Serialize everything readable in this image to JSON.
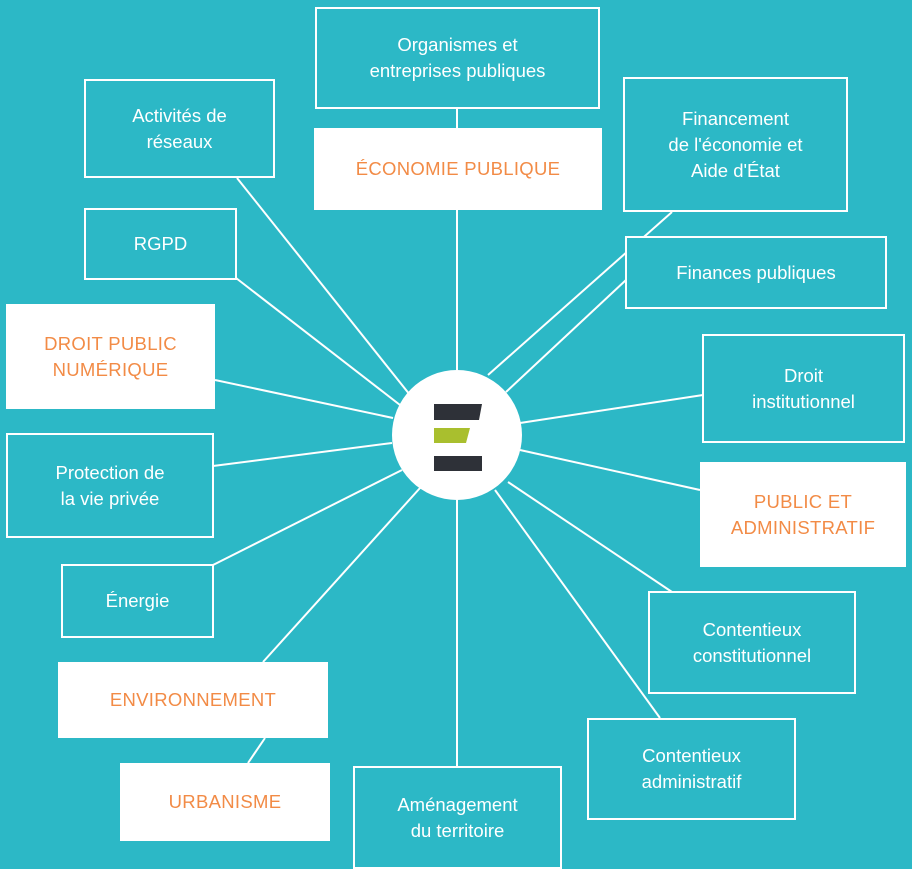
{
  "colors": {
    "background": "#2cb8c6",
    "box_border": "#ffffff",
    "highlight_text": "#f28b46",
    "logo_dark": "#2e3138",
    "logo_accent": "#a9bf2e"
  },
  "logo": {
    "icon": "e-letter-logo-icon"
  },
  "nodes": {
    "organismes": "Organismes et\nentreprises publiques",
    "economie_publique": "ÉCONOMIE PUBLIQUE",
    "activites_reseaux": "Activités de\nréseaux",
    "financement": "Financement\nde l'économie et\nAide d'État",
    "rgpd": "RGPD",
    "finances_publiques": "Finances publiques",
    "droit_public_numerique": "DROIT PUBLIC\nNUMÉRIQUE",
    "droit_institutionnel": "Droit\ninstitutionnel",
    "protection_vie_privee": "Protection de\nla vie privée",
    "public_administratif": "PUBLIC ET\nADMINISTRATIF",
    "energie": "Énergie",
    "contentieux_constitutionnel": "Contentieux\nconstitutionnel",
    "environnement": "ENVIRONNEMENT",
    "contentieux_administratif": "Contentieux\nadministratif",
    "urbanisme": "URBANISME",
    "amenagement": "Aménagement\ndu territoire"
  }
}
